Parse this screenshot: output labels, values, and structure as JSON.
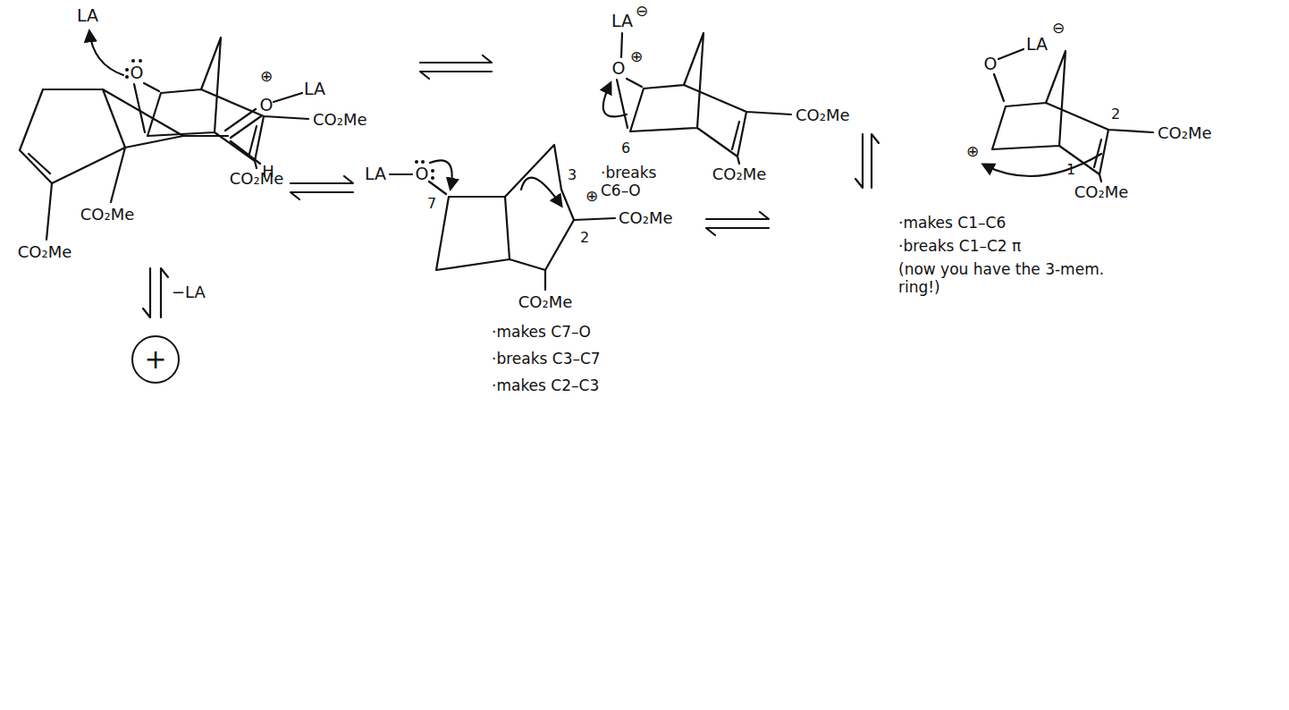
{
  "diagram": {
    "nodes": [
      {
        "text": [
          "+"
        ]
      }
    ],
    "labels": [
      "LA",
      "O",
      "CO₂Me",
      "CO₂Me",
      "LA",
      "⊖",
      "O",
      "⊕",
      "6",
      "CO₂Me",
      "CO₂Me",
      "·breaks C6–O",
      "O",
      "LA",
      "⊖",
      "⊕",
      "2",
      "CO₂Me",
      "1",
      "CO₂Me",
      "·makes C1–C6",
      "·breaks C1–C2 π",
      "(now you have the 3-mem. ring!)",
      "LA",
      "O",
      "7",
      "3",
      "⊕",
      "2",
      "CO₂Me",
      "CO₂Me",
      "·makes C7–O",
      "·breaks C3–C7",
      "·makes C2–C3",
      "⊕",
      "LA",
      "O",
      "H",
      "CO₂Me",
      "CO₂Me",
      "−LA"
    ]
  }
}
